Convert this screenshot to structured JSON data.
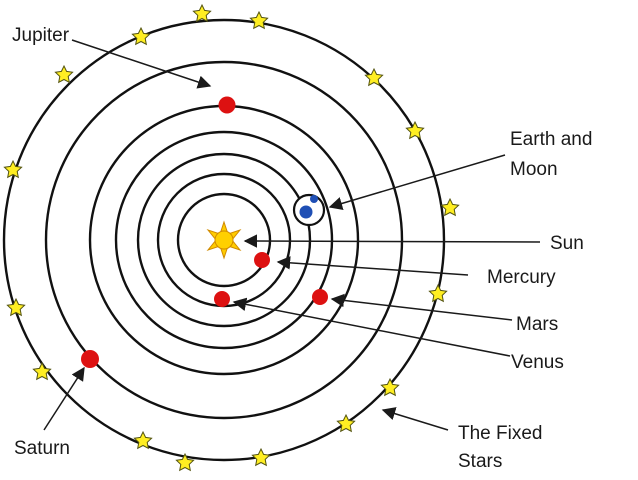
{
  "labels": {
    "jupiter": "Jupiter",
    "earth_moon_line1": "Earth and",
    "earth_moon_line2": "Moon",
    "sun": "Sun",
    "mercury": "Mercury",
    "mars": "Mars",
    "venus": "Venus",
    "saturn": "Saturn",
    "fixed_stars_line1": "The Fixed",
    "fixed_stars_line2": "Stars"
  },
  "colors": {
    "orbit": "#111111",
    "planet": "#dd1111",
    "earth": "#1f4fb5",
    "sun": "#ffcc00",
    "star_fill": "#ffee22",
    "star_stroke": "#555511",
    "arrow": "#1a1a1a",
    "text": "#1a1a1a"
  }
}
